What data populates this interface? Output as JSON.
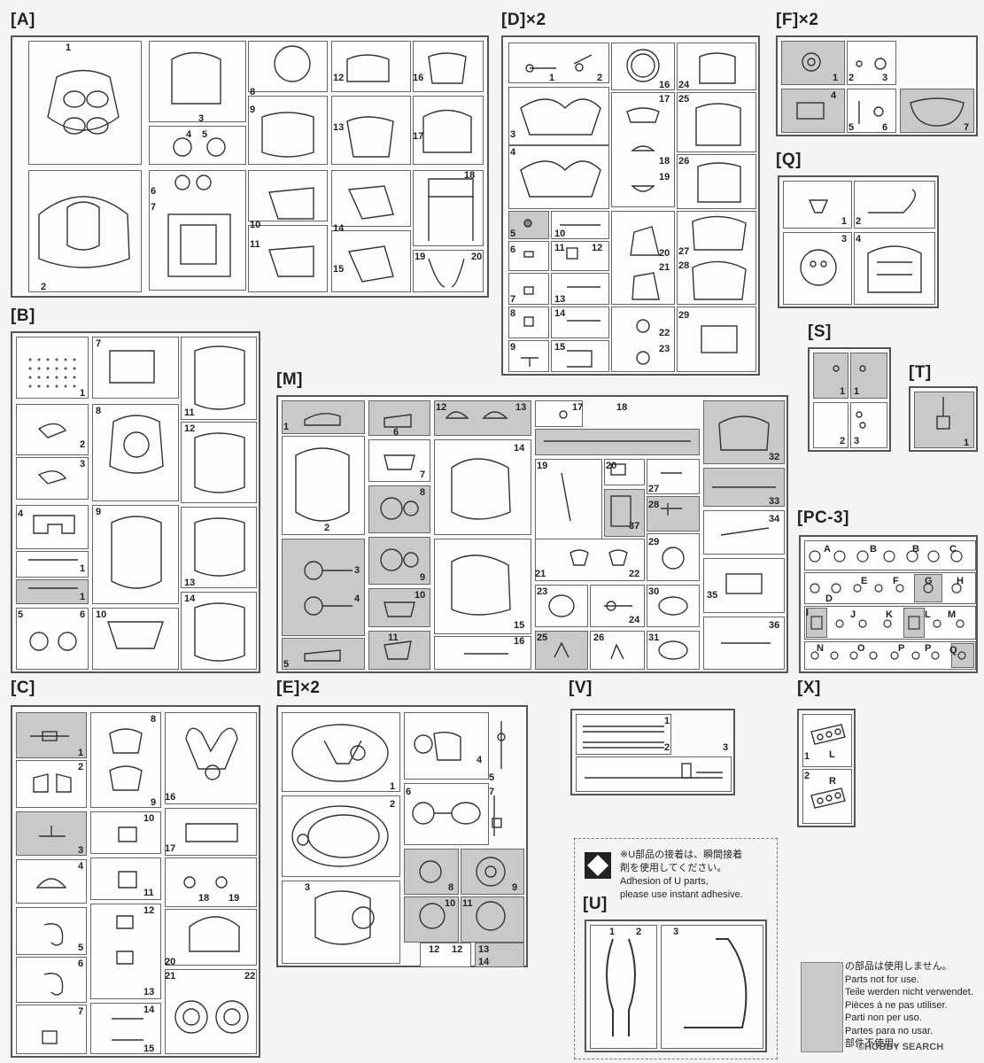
{
  "frames": {
    "A": {
      "label": "[A]"
    },
    "B": {
      "label": "[B]"
    },
    "C": {
      "label": "[C]"
    },
    "D": {
      "label": "[D]×2"
    },
    "E": {
      "label": "[E]×2"
    },
    "F": {
      "label": "[F]×2"
    },
    "Q": {
      "label": "[Q]"
    },
    "S": {
      "label": "[S]"
    },
    "T": {
      "label": "[T]"
    },
    "M": {
      "label": "[M]"
    },
    "PC3": {
      "label": "[PC-3]"
    },
    "V": {
      "label": "[V]"
    },
    "X": {
      "label": "[X]"
    },
    "U": {
      "label": "[U]"
    }
  },
  "numbers": {
    "A": [
      "1",
      "2",
      "3",
      "4",
      "5",
      "6",
      "7",
      "8",
      "9",
      "10",
      "11",
      "12",
      "13",
      "14",
      "15",
      "16",
      "17",
      "18",
      "19",
      "20"
    ],
    "B": [
      "1",
      "2",
      "3",
      "4",
      "1",
      "1",
      "5",
      "6",
      "7",
      "8",
      "9",
      "10",
      "11",
      "12",
      "13",
      "14"
    ],
    "C": [
      "1",
      "2",
      "3",
      "4",
      "5",
      "6",
      "7",
      "8",
      "9",
      "10",
      "11",
      "12",
      "13",
      "14",
      "15",
      "16",
      "17",
      "18",
      "19",
      "20",
      "21",
      "22"
    ],
    "D": [
      "1",
      "2",
      "3",
      "4",
      "5",
      "6",
      "7",
      "8",
      "9",
      "10",
      "11",
      "12",
      "13",
      "14",
      "15",
      "16",
      "17",
      "18",
      "19",
      "20",
      "21",
      "22",
      "23",
      "24",
      "25",
      "26",
      "27",
      "28",
      "29"
    ],
    "E": [
      "1",
      "2",
      "3",
      "4",
      "5",
      "6",
      "7",
      "8",
      "9",
      "10",
      "11",
      "12",
      "12",
      "13",
      "14"
    ],
    "F": [
      "1",
      "2",
      "3",
      "4",
      "5",
      "6",
      "7"
    ],
    "Q": [
      "1",
      "2",
      "3",
      "4"
    ],
    "S": [
      "1",
      "1",
      "2",
      "3"
    ],
    "T": [
      "1"
    ],
    "M": [
      "1",
      "2",
      "3",
      "4",
      "5",
      "6",
      "7",
      "8",
      "9",
      "10",
      "11",
      "12",
      "13",
      "14",
      "15",
      "16",
      "17",
      "18",
      "19",
      "20",
      "21",
      "22",
      "23",
      "24",
      "25",
      "26",
      "27",
      "28",
      "29",
      "30",
      "31",
      "32",
      "33",
      "34",
      "35",
      "36",
      "37"
    ],
    "V": [
      "1",
      "2",
      "3"
    ],
    "X": [
      "1",
      "2"
    ],
    "U": [
      "1",
      "2",
      "3"
    ]
  },
  "pc3_letters": [
    "A",
    "B",
    "B",
    "C",
    "D",
    "E",
    "F",
    "G",
    "H",
    "I",
    "J",
    "K",
    "L",
    "M",
    "N",
    "O",
    "P",
    "P",
    "Q"
  ],
  "x_letters": [
    "L",
    "R"
  ],
  "u_note": {
    "line1": "※U部品の接着は、瞬間接着",
    "line2": "剤を使用してください。",
    "line3": "Adhesion of U parts,",
    "line4": "please use instant adhesive."
  },
  "legend": {
    "line1": "の部品は使用しません。",
    "line2": "Parts not for use.",
    "line3": "Teile werden nicht verwendet.",
    "line4": "Pièces á ne pas utiliser.",
    "line5": "Parti non per uso.",
    "line6": "Partes para no usar.",
    "line7": "部件不使用。"
  },
  "watermark": "©HOBBY SEARCH",
  "colors": {
    "unused_gray": "#c9c9c9",
    "ink": "#222222"
  }
}
